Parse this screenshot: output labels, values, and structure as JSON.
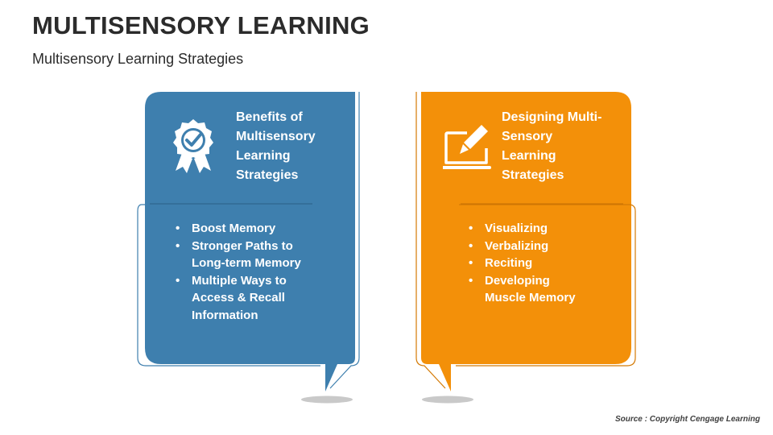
{
  "slide": {
    "title": "MULTISENSORY LEARNING",
    "subtitle": "Multisensory Learning Strategies",
    "source": "Source : Copyright Cengage Learning"
  },
  "cards": [
    {
      "heading": "Benefits of Multisensory Learning Strategies",
      "heading_lines": [
        "Benefits of",
        "Multisensory",
        "Learning",
        "Strategies"
      ],
      "icon": "award-badge-checkmark-icon",
      "color": "#3e7fae",
      "items": [
        {
          "lines": [
            "Boost Memory"
          ]
        },
        {
          "lines": [
            "Stronger Paths to",
            "Long-term Memory"
          ]
        },
        {
          "lines": [
            "Multiple Ways to",
            "Access & Recall",
            "Information"
          ]
        }
      ]
    },
    {
      "heading": "Designing Multi-Sensory Learning Strategies",
      "heading_lines": [
        "Designing Multi-",
        "Sensory",
        "Learning",
        "Strategies"
      ],
      "icon": "laptop-pen-icon",
      "color": "#f39009",
      "items": [
        {
          "lines": [
            "Visualizing"
          ]
        },
        {
          "lines": [
            "Verbalizing"
          ]
        },
        {
          "lines": [
            "Reciting"
          ]
        },
        {
          "lines": [
            "Developing",
            "Muscle Memory"
          ]
        }
      ]
    }
  ]
}
